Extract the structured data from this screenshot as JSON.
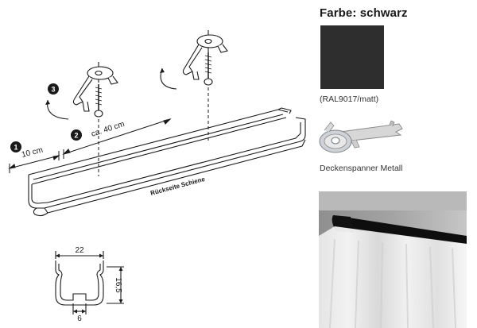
{
  "color_section": {
    "title": "Farbe: schwarz",
    "color_code": "(RAL9017/matt)",
    "swatch_color": "#2e2e2e"
  },
  "product": {
    "label": "Deckenspanner Metall",
    "icon": "ceiling-bracket-icon"
  },
  "diagram": {
    "steps": [
      "1",
      "2",
      "3"
    ],
    "measure_1": "10 cm",
    "measure_2": "ca. 40 cm",
    "rail_label": "Rückseite Schiene",
    "width_dim": "22",
    "height_dim": "16,5",
    "slot_dim": "6"
  },
  "photo": {
    "description_icon": "curtain-rail-photo"
  }
}
